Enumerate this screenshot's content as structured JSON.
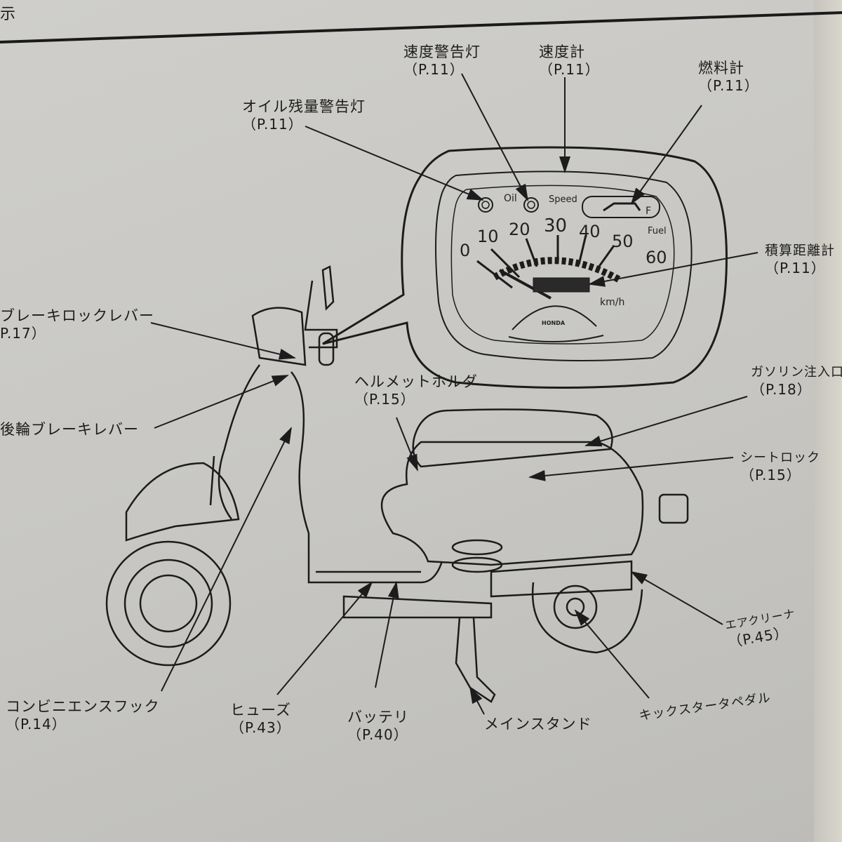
{
  "page": {
    "title_fragment": "示"
  },
  "gauge": {
    "oil_label": "Oil",
    "speed_label": "Speed",
    "fuel_full": "F",
    "fuel_label": "Fuel",
    "unit": "km/h",
    "brand": "HONDA",
    "scale": [
      "0",
      "10",
      "20",
      "30",
      "40",
      "50",
      "60"
    ]
  },
  "labels": {
    "oil_warning": {
      "name": "オイル残量警告灯",
      "ref": "（P.11）"
    },
    "speed_warning": {
      "name": "速度警告灯",
      "ref": "（P.11）"
    },
    "speedometer": {
      "name": "速度計",
      "ref": "（P.11）"
    },
    "fuel_gauge": {
      "name": "燃料計",
      "ref": "（P.11）"
    },
    "odometer": {
      "name": "積算距離計",
      "ref": "（P.11）"
    },
    "brake_lock_lever": {
      "name": "ブレーキロックレバー",
      "ref": "P.17）"
    },
    "rear_brake_lever": {
      "name": "後輪ブレーキレバー"
    },
    "helmet_holder": {
      "name": "ヘルメットホルダ",
      "ref": "（P.15）"
    },
    "fuel_filler": {
      "name": "ガソリン注入口",
      "ref": "（P.18）"
    },
    "seat_lock": {
      "name": "シートロック",
      "ref": "（P.15）"
    },
    "air_cleaner": {
      "name": "エアクリーナ",
      "ref": "（P.45）"
    },
    "convenience_hook": {
      "name": "コンビニエンスフック",
      "ref": "（P.14）"
    },
    "fuse": {
      "name": "ヒューズ",
      "ref": "（P.43）"
    },
    "battery": {
      "name": "バッテリ",
      "ref": "（P.40）"
    },
    "main_stand": {
      "name": "メインスタンド"
    },
    "kick_starter": {
      "name": "キックスタータペダル"
    }
  }
}
